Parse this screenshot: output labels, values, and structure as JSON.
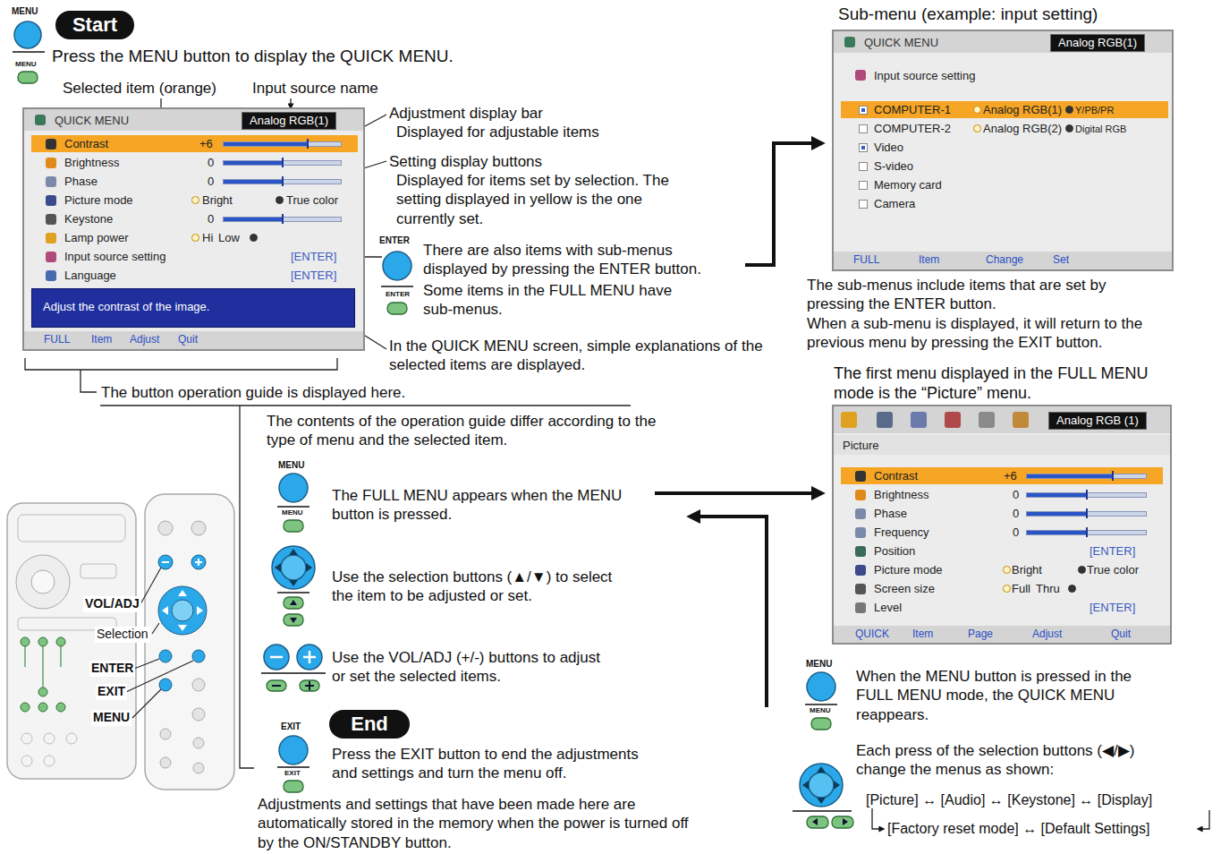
{
  "diagram": {
    "nodes": [
      {
        "text": [
          "Start"
        ]
      },
      {
        "text": [
          "QUICK MENU",
          "Analog RGB(1)",
          "Contrast",
          "+6",
          "Brightness",
          "0",
          "Phase",
          "0",
          "Picture mode",
          "Bright",
          "True color",
          "Keystone",
          "0",
          "Lamp power",
          "Hi",
          "Low",
          "Input source setting",
          "[ENTER]",
          "Language",
          "[ENTER]",
          "FULL",
          "Item",
          "Adjust",
          "Quit"
        ]
      },
      {
        "text": [
          "Adjust the contrast of the image."
        ],
        "in": 1
      },
      {
        "text": [
          "Sub-menu (example: input setting)",
          "QUICK MENU",
          "Analog RGB(1)",
          "Input source setting",
          "COMPUTER-1",
          "Analog RGB(1)",
          "Y/PB/PR",
          "COMPUTER-2",
          "Analog RGB(2)",
          "Digital RGB",
          "Video",
          "S-video",
          "Memory card",
          "Camera",
          "FULL",
          "Item",
          "Change",
          "Set"
        ]
      },
      {
        "text": [
          "The first menu displayed in the FULL MENU mode is the “Picture” menu.",
          "Analog RGB (1)",
          "Picture",
          "Contrast",
          "+6",
          "Brightness",
          "0",
          "Phase",
          "0",
          "Frequency",
          "0",
          "Position",
          "[ENTER]",
          "Picture mode",
          "Bright",
          "True color",
          "Screen size",
          "Full",
          "Thru",
          "Level",
          "[ENTER]",
          "QUICK",
          "Item",
          "Page",
          "Adjust",
          "Quit"
        ]
      },
      {
        "text": [
          "End"
        ]
      }
    ],
    "labels": [
      "MENU",
      "MENU",
      "Press the MENU button to display the QUICK MENU.",
      "Selected item (orange)",
      "Input source name",
      "Adjustment display bar",
      "Displayed for adjustable items",
      "Setting display buttons",
      "Displayed for items set by selection. The setting displayed in yellow is the one currently set.",
      "ENTER",
      "There are also items with sub-menus displayed by pressing the ENTER button.",
      "ENTER",
      "Some items in the FULL MENU have sub-menus.",
      "In the QUICK MENU screen, simple explanations of the selected items are displayed.",
      "The button operation guide is displayed here.",
      "The contents of the operation guide differ according to the type of menu and the selected item.",
      "MENU",
      "MENU",
      "The FULL MENU appears when the MENU button is pressed.",
      "Use the selection buttons (▲/▼) to select the item to be adjusted or set.",
      "Use the VOL/ADJ (+/-) buttons to adjust or set the selected items.",
      "EXIT",
      "EXIT",
      "Press the EXIT button to end the adjustments and settings and turn the menu off.",
      "Adjustments and settings that have been made here are automatically stored in the memory when the power is turned off by the ON/STANDBY button.",
      "The sub-menus include items that are set by pressing the ENTER button.",
      "When a sub-menu is displayed, it will return to the previous menu by pressing the EXIT button.",
      "MENU",
      "MENU",
      "When the MENU button is pressed in the FULL MENU mode, the QUICK MENU reappears.",
      "Each press of the selection buttons (◀/▶) change the menus as shown:",
      "[Picture] ↔ [Audio] ↔ [Keystone] ↔ [Display]",
      "[Factory reset mode] ↔ [Default Settings]",
      "VOL/ADJ",
      "Selection",
      "ENTER",
      "EXIT",
      "MENU"
    ]
  }
}
